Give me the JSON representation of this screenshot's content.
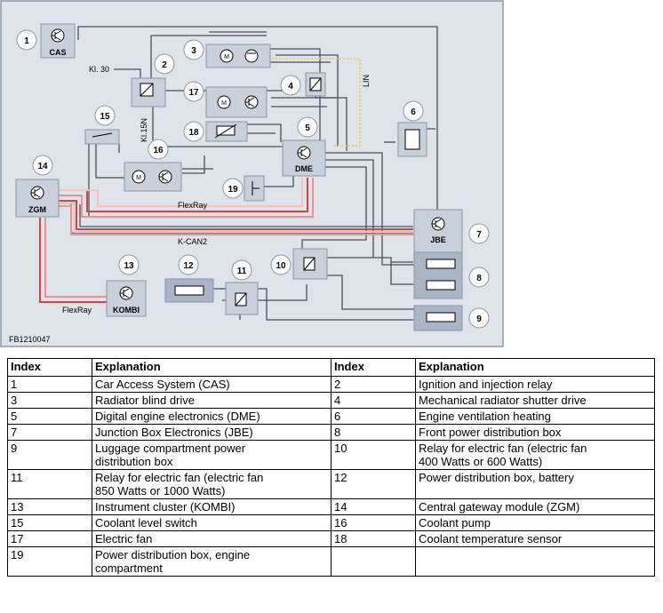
{
  "diagram": {
    "figure_id": "FB1210047",
    "callouts": [
      "1",
      "2",
      "3",
      "4",
      "5",
      "6",
      "7",
      "8",
      "9",
      "10",
      "11",
      "12",
      "13",
      "14",
      "15",
      "16",
      "17",
      "18",
      "19"
    ],
    "modules": {
      "cas": "CAS",
      "dme": "DME",
      "zgm": "ZGM",
      "jbe": "JBE",
      "kombi": "KOMBI"
    },
    "wire_labels": {
      "kl30": "Kl. 30",
      "kl15n": "Kl.15N",
      "lin": "LIN",
      "flexray_upper": "FlexRay",
      "flexray_lower": "FlexRay",
      "kcan2": "K-CAN2"
    }
  },
  "legend": {
    "headers": [
      "Index",
      "Explanation",
      "Index",
      "Explanation"
    ],
    "rows": [
      [
        "1",
        "Car Access System (CAS)",
        "2",
        "Ignition and injection relay"
      ],
      [
        "3",
        "Radiator blind drive",
        "4",
        "Mechanical radiator shutter drive"
      ],
      [
        "5",
        "Digital engine electronics (DME)",
        "6",
        "Engine ventilation heating"
      ],
      [
        "7",
        "Junction Box Electronics (JBE)",
        "8",
        "Front power distribution box"
      ],
      [
        "9",
        "Luggage compartment power\ndistribution box",
        "10",
        "Relay for electric fan (electric fan\n400 Watts or 600 Watts)"
      ],
      [
        "11",
        "Relay for electric fan (electric fan\n850 Watts or 1000 Watts)",
        "12",
        "Power distribution box, battery"
      ],
      [
        "13",
        "Instrument cluster (KOMBI)",
        "14",
        "Central gateway module (ZGM)"
      ],
      [
        "15",
        "Coolant level switch",
        "16",
        "Coolant pump"
      ],
      [
        "17",
        "Electric fan",
        "18",
        "Coolant temperature sensor"
      ],
      [
        "19",
        "Power distribution box, engine\ncompartment",
        "",
        ""
      ]
    ]
  }
}
